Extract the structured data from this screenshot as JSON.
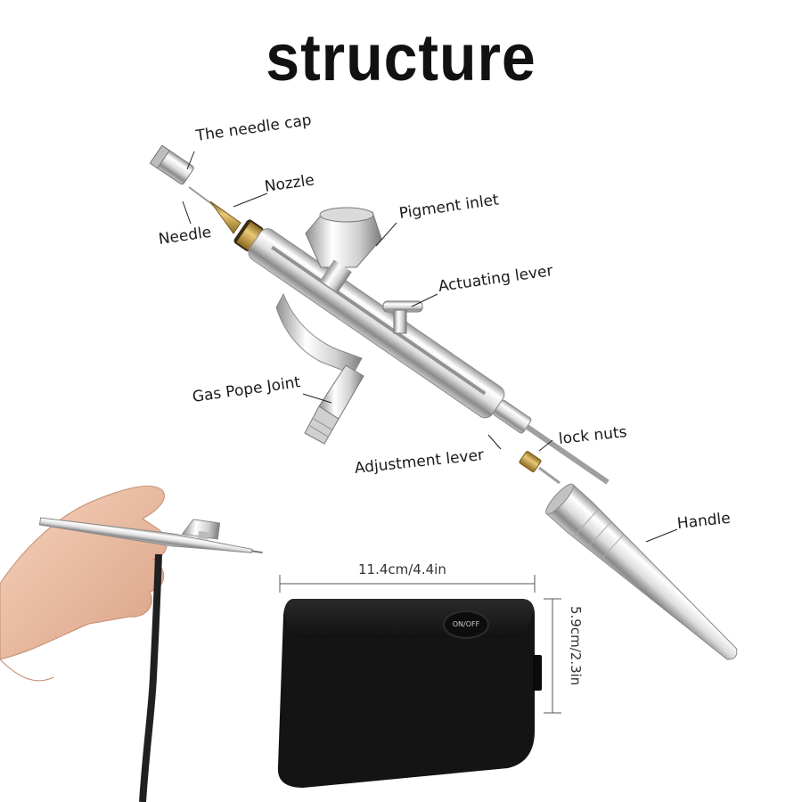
{
  "title": "structure",
  "labels": {
    "needle_cap": "The needle cap",
    "nozzle": "Nozzle",
    "needle": "Needle",
    "pigment_inlet": "Pigment inlet",
    "actuating_lever": "Actuating lever",
    "gas_pipe_joint": "Gas Pope Joint",
    "lock_nuts": "lock nuts",
    "adjustment_lever": "Adjustment lever",
    "handle": "Handle"
  },
  "dimensions": {
    "width": "11.4cm/4.4in",
    "height": "5.9cm/2.3in"
  },
  "compressor": {
    "button_label": "ON/OFF"
  },
  "colors": {
    "metal_light": "#f4f4f4",
    "metal_dark": "#8c8c8c",
    "brass": "#c9a24a",
    "compressor_body": "#151515",
    "skin": "#f0c4a8"
  }
}
